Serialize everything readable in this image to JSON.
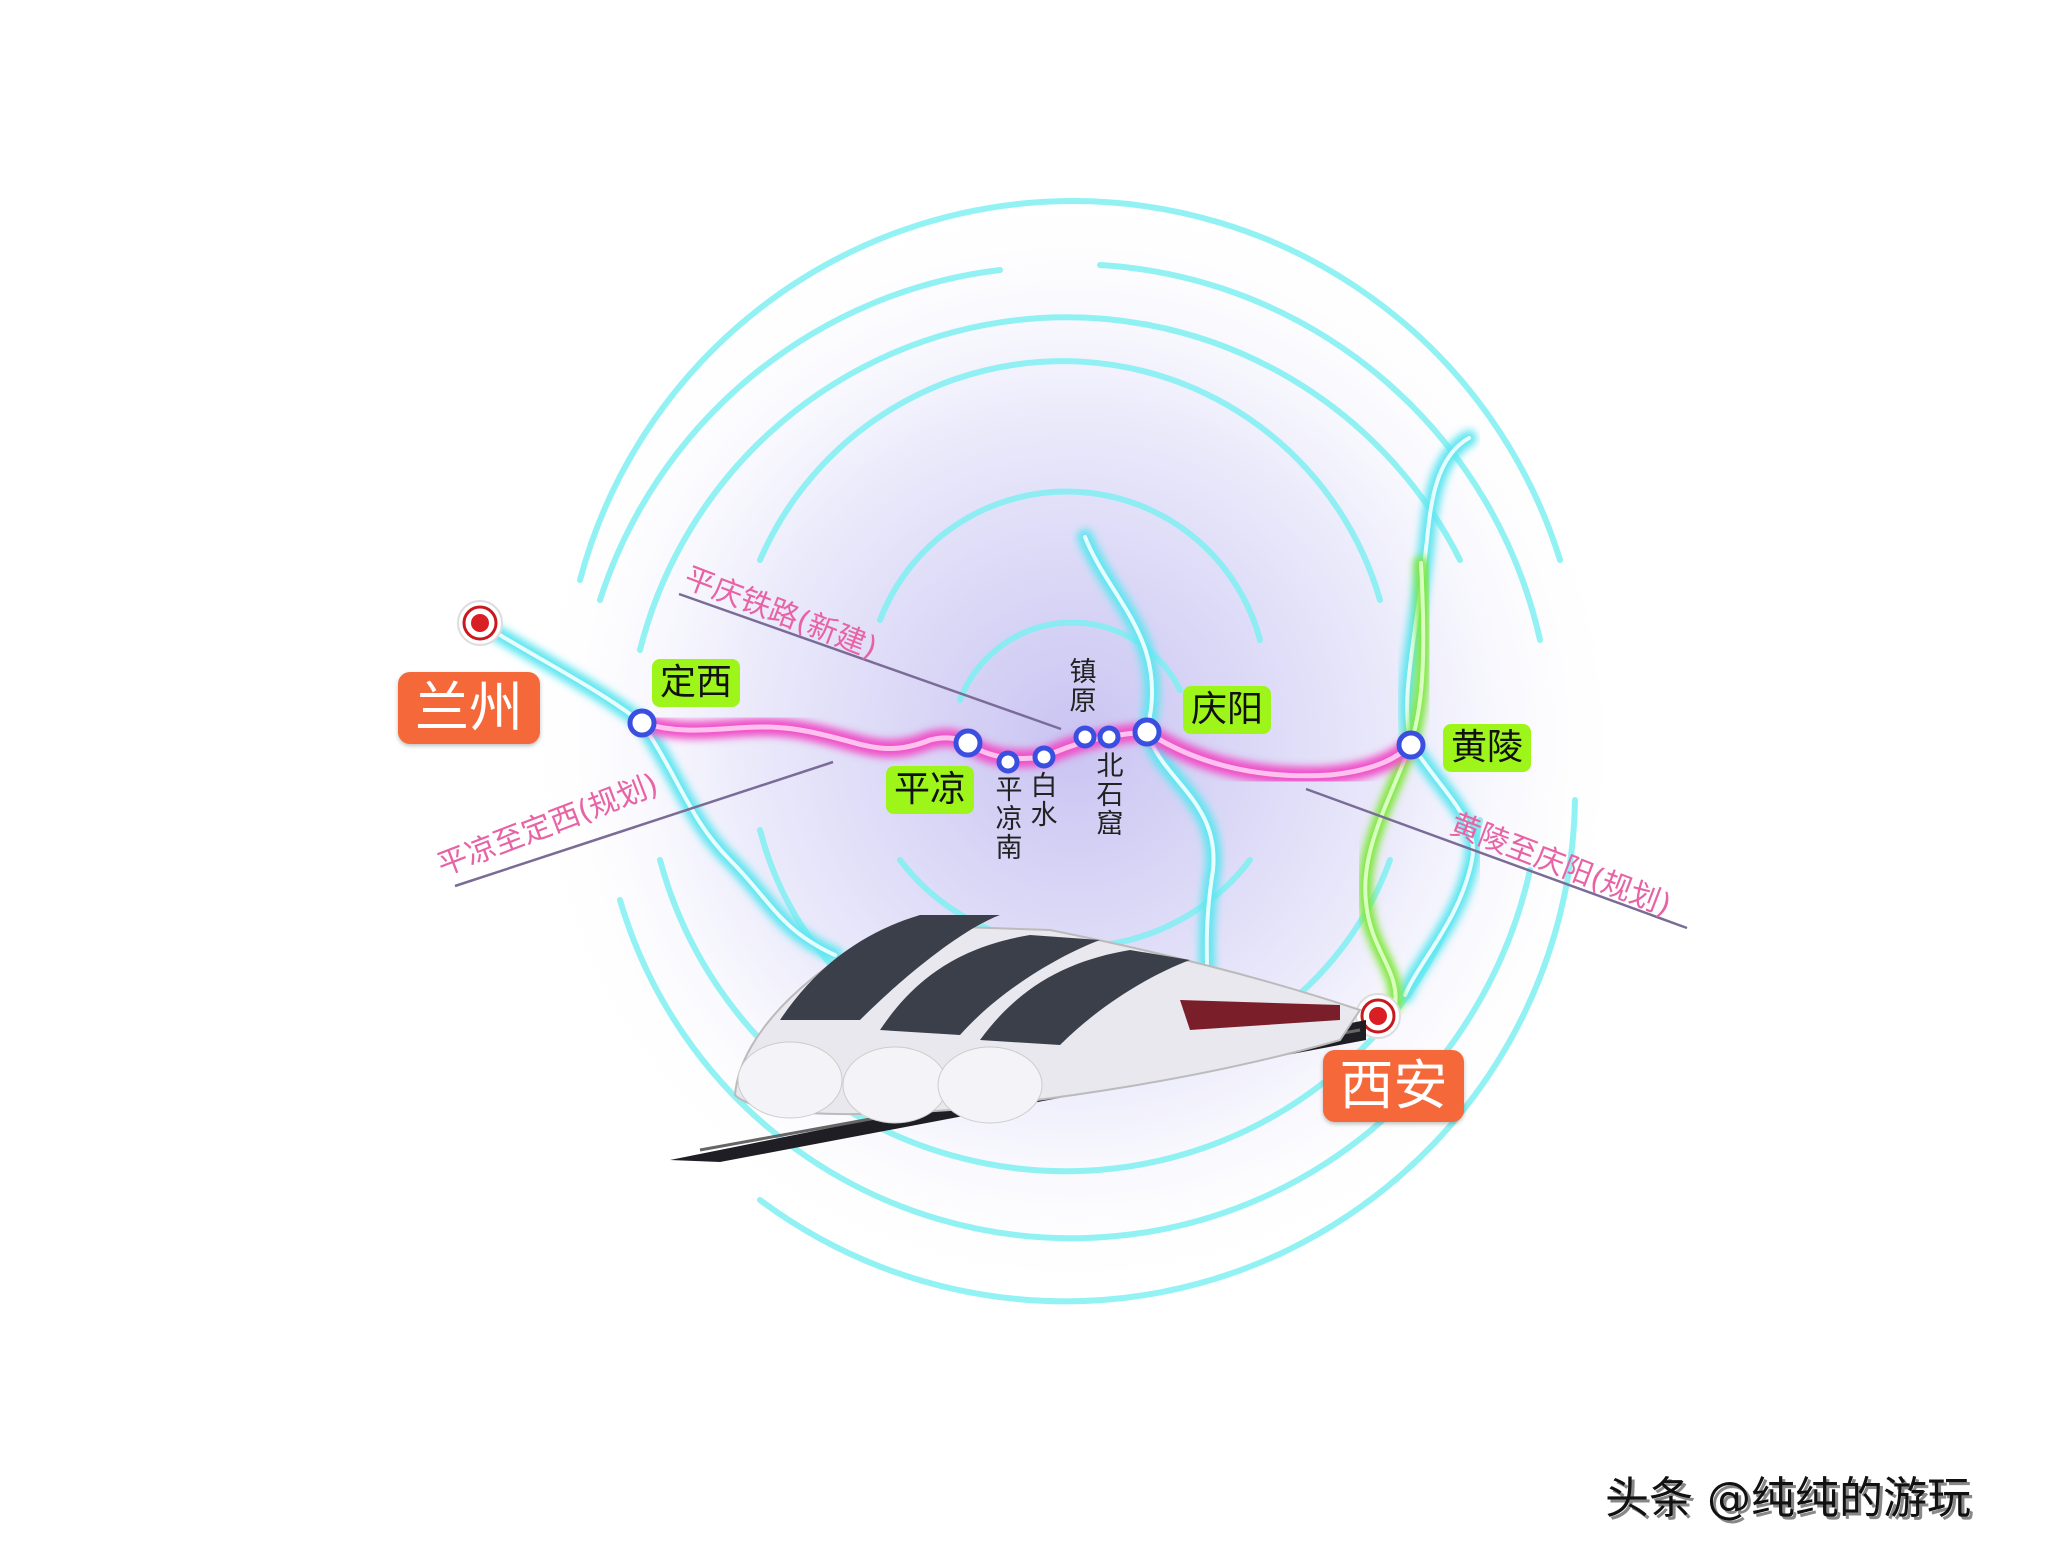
{
  "map": {
    "cities": {
      "lanzhou": "兰州",
      "xian": "西安"
    },
    "stations": {
      "dingxi": "定西",
      "pingliang": "平凉",
      "qingyang": "庆阳",
      "huangling": "黄陵"
    },
    "minor_stations": {
      "pingliangnan": "平凉南",
      "baishui": "白水",
      "zhenyuan": "镇原",
      "beishiku": "北石窟"
    },
    "annotations": {
      "pingqing": "平庆铁路(新建)",
      "pingliang_dingxi": "平凉至定西(规划)",
      "huangling_qingyang": "黄陵至庆阳(规划)"
    },
    "colors": {
      "new_line": "#f04fc8",
      "existing_line": "#5ee6f0",
      "green_line": "#7ee83a",
      "city_badge": "#f5683a",
      "station_badge": "#9df51a"
    }
  },
  "watermark": "头条 @纯纯的游玩"
}
